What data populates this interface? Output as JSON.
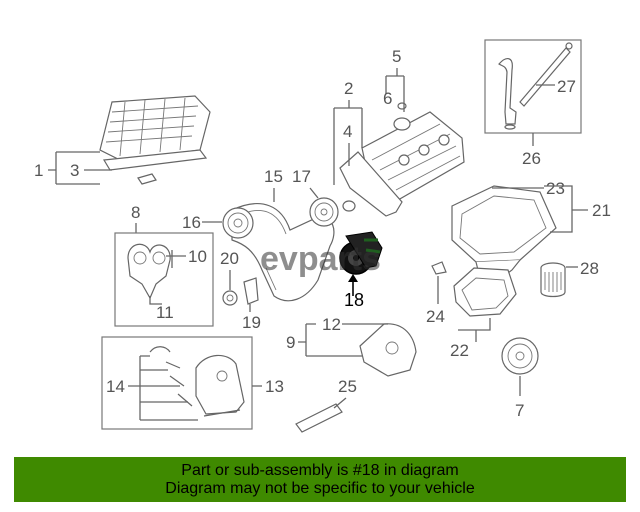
{
  "callouts": {
    "c1": "1",
    "c2": "2",
    "c3": "3",
    "c5": "5",
    "c6": "6",
    "c4": "4",
    "c7": "7",
    "c8": "8",
    "c9": "9",
    "c10": "10",
    "c11": "11",
    "c12": "12",
    "c13": "13",
    "c14": "14",
    "c15": "15",
    "c16": "16",
    "c17": "17",
    "c18": "18",
    "c19": "19",
    "c20": "20",
    "c21": "21",
    "c22": "22",
    "c23": "23",
    "c24": "24",
    "c25": "25",
    "c26": "26",
    "c27": "27",
    "c28": "28"
  },
  "highlight_part": "18",
  "watermark": "evparts",
  "banner": {
    "line1": "Part or sub-assembly is #18 in diagram",
    "line2": "Diagram may not be specific to your vehicle",
    "color": "#3f8a00"
  }
}
